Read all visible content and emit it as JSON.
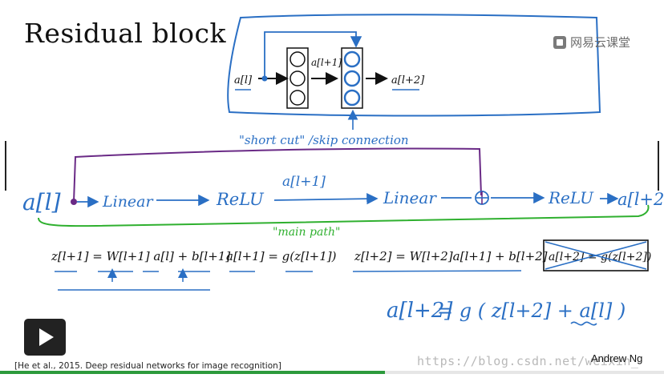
{
  "slide": {
    "title": "Residual block",
    "brand": "网易云课堂",
    "citation": "[He et al., 2015. Deep residual networks for image recognition]",
    "author": "Andrew Ng",
    "watermark": "https://blog.csdn.net/weixin_"
  },
  "diagram": {
    "input_label": "a[l]",
    "mid_label": "a[l+1]",
    "output_label": "a[l+2]"
  },
  "handwriting": {
    "shortcut": "\"short cut\" /skip connection",
    "main_path": "\"main path\"",
    "a_l": "a[l]",
    "linear1": "Linear",
    "relu1": "ReLU",
    "a_l1": "a[l+1]",
    "linear2": "Linear",
    "relu2": "ReLU",
    "a_l2": "a[l+2]"
  },
  "equations": {
    "eq1": "z[l+1] = W[l+1] a[l] + b[l+1]",
    "eq2": "a[l+1] = g(z[l+1])",
    "eq3": "z[l+2] = W[l+2]a[l+1] + b[l+2]",
    "eq4": "a[l+2] = g(z[l+2])",
    "eq5_lhs": "a[l+2]",
    "eq5_rhs": "= g ( z[l+2] + a[l] )"
  },
  "player": {
    "progress": 0.58
  },
  "colors": {
    "ink_blue": "#2a6fc4",
    "ink_green": "#2fb02f",
    "ink_purple": "#6a2a86",
    "progress": "#2c9a3c"
  }
}
